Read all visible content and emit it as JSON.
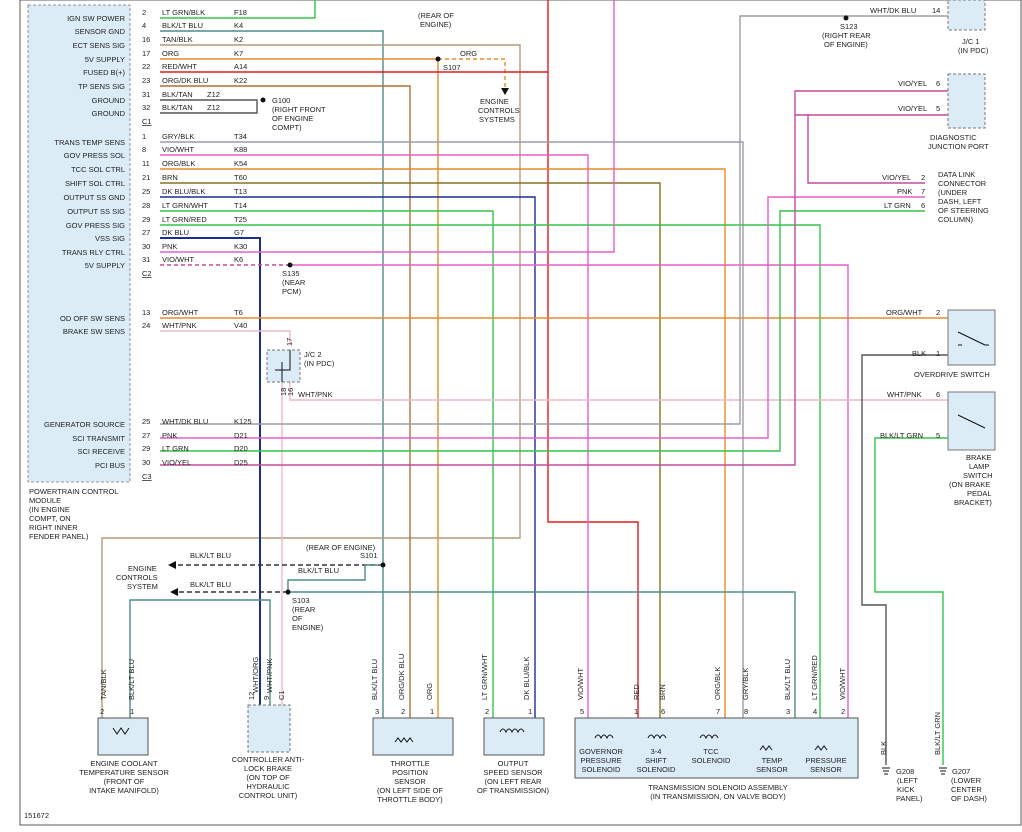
{
  "pcm": {
    "c1": {
      "connector": "C1",
      "pins": [
        {
          "name": "IGN SW POWER",
          "pin": "2",
          "color": "LT GRN/BLK",
          "circuit": "F18"
        },
        {
          "name": "SENSOR GND",
          "pin": "4",
          "color": "BLK/LT BLU",
          "circuit": "K4"
        },
        {
          "name": "ECT SENS SIG",
          "pin": "16",
          "color": "TAN/BLK",
          "circuit": "K2"
        },
        {
          "name": "5V SUPPLY",
          "pin": "17",
          "color": "ORG",
          "circuit": "K7"
        },
        {
          "name": "FUSED B(+)",
          "pin": "22",
          "color": "RED/WHT",
          "circuit": "A14"
        },
        {
          "name": "TP SENS SIG",
          "pin": "23",
          "color": "ORG/DK BLU",
          "circuit": "K22"
        },
        {
          "name": "GROUND",
          "pin": "31",
          "color": "BLK/TAN",
          "circuit": "Z12"
        },
        {
          "name": "GROUND",
          "pin": "32",
          "color": "BLK/TAN",
          "circuit": "Z12"
        }
      ]
    },
    "c2": {
      "connector": "C2",
      "pins": [
        {
          "name": "TRANS TEMP SENS",
          "pin": "1",
          "color": "GRY/BLK",
          "circuit": "T34"
        },
        {
          "name": "GOV PRESS SOL",
          "pin": "8",
          "color": "VIO/WHT",
          "circuit": "K88"
        },
        {
          "name": "TCC SOL CTRL",
          "pin": "11",
          "color": "ORG/BLK",
          "circuit": "K54"
        },
        {
          "name": "SHIFT SOL CTRL",
          "pin": "21",
          "color": "BRN",
          "circuit": "T60"
        },
        {
          "name": "OUTPUT SS GND",
          "pin": "25",
          "color": "DK BLU/BLK",
          "circuit": "T13"
        },
        {
          "name": "OUTPUT SS SIG",
          "pin": "28",
          "color": "LT GRN/WHT",
          "circuit": "T14"
        },
        {
          "name": "GOV PRESS SIG",
          "pin": "29",
          "color": "LT GRN/RED",
          "circuit": "T25"
        },
        {
          "name": "VSS SIG",
          "pin": "27",
          "color": "DK BLU",
          "circuit": "G7"
        },
        {
          "name": "TRANS RLY CTRL",
          "pin": "30",
          "color": "PNK",
          "circuit": "K30"
        },
        {
          "name": "5V SUPPLY",
          "pin": "31",
          "color": "VIO/WHT",
          "circuit": "K6"
        }
      ]
    },
    "c3": {
      "connector": "C3",
      "pins_a": [
        {
          "name": "OD OFF SW SENS",
          "pin": "13",
          "color": "ORG/WHT",
          "circuit": "T6"
        },
        {
          "name": "BRAKE SW SENS",
          "pin": "24",
          "color": "WHT/PNK",
          "circuit": "V40"
        }
      ],
      "pins_b": [
        {
          "name": "GENERATOR SOURCE",
          "pin": "25",
          "color": "WHT/DK BLU",
          "circuit": "K125"
        },
        {
          "name": "SCI TRANSMIT",
          "pin": "27",
          "color": "PNK",
          "circuit": "D21"
        },
        {
          "name": "SCI RECEIVE",
          "pin": "29",
          "color": "LT GRN",
          "circuit": "D20"
        },
        {
          "name": "PCI BUS",
          "pin": "30",
          "color": "VIO/YEL",
          "circuit": "D25"
        }
      ]
    },
    "caption": [
      "POWERTRAIN CONTROL",
      "MODULE",
      "(IN ENGINE",
      "COMPT, ON",
      "RIGHT INNER",
      "FENDER PANEL)"
    ]
  },
  "splices": {
    "s107": {
      "id": "S107",
      "top": [
        "(REAR OF",
        "ENGINE)"
      ],
      "wire": "ORG"
    },
    "g100": {
      "id": "G100",
      "note": [
        "(RIGHT FRONT",
        "OF ENGINE",
        "COMPT)"
      ]
    },
    "engine_controls_top": [
      "ENGINE",
      "CONTROLS",
      "SYSTEMS"
    ],
    "s123": {
      "id": "S123",
      "note": [
        "(RIGHT REAR",
        "OF ENGINE)"
      ]
    },
    "s135": {
      "id": "S135",
      "note": [
        "(NEAR",
        "PCM)"
      ]
    },
    "s101": {
      "note": "(REAR OF ENGINE)",
      "id": "S101",
      "wire1": "BLK/LT BLU",
      "wire2": "BLK/LT BLU"
    },
    "s103": {
      "id": "S103",
      "note": [
        "(REAR",
        "OF",
        "ENGINE)"
      ],
      "wire": "BLK/LT BLU"
    },
    "engine_controls_left": [
      "ENGINE",
      "CONTROLS",
      "SYSTEM"
    ]
  },
  "right": {
    "jc1": {
      "wire": "WHT/DK BLU",
      "pin": "14",
      "label": [
        "J/C 1",
        "(IN PDC)"
      ]
    },
    "diag": {
      "wires": [
        {
          "color": "VIO/YEL",
          "pin": "6"
        },
        {
          "color": "VIO/YEL",
          "pin": "5"
        }
      ],
      "label": [
        "DIAGNOSTIC",
        "JUNCTION PORT"
      ]
    },
    "dlc": {
      "wires": [
        {
          "color": "VIO/YEL",
          "pin": "2"
        },
        {
          "color": "PNK",
          "pin": "7"
        },
        {
          "color": "LT GRN",
          "pin": "6"
        }
      ],
      "label": [
        "DATA LINK",
        "CONNECTOR",
        "(UNDER",
        "DASH, LEFT",
        "OF STEERING",
        "COLUMN)"
      ]
    },
    "od": {
      "wires": [
        {
          "color": "ORG/WHT",
          "pin": "2"
        },
        {
          "color": "BLK",
          "pin": "1"
        }
      ],
      "label": "OVERDRIVE SWITCH"
    },
    "brake": {
      "wires": [
        {
          "color": "WHT/PNK",
          "pin": "6"
        },
        {
          "color": "BLK/LT GRN",
          "pin": "5"
        }
      ],
      "label": [
        "BRAKE",
        "LAMP",
        "SWITCH",
        "(ON BRAKE",
        "PEDAL",
        "BRACKET)"
      ]
    }
  },
  "jc2": {
    "label": [
      "J/C 2",
      "(IN PDC)"
    ],
    "pins": [
      "17",
      "18",
      "16"
    ],
    "wire": "WHT/PNK"
  },
  "bottom": {
    "ect": {
      "pins": [
        "2",
        "1"
      ],
      "wires": [
        "TAN/BLK",
        "BLK/LT BLU"
      ],
      "label": [
        "ENGINE COOLANT",
        "TEMPERATURE SENSOR",
        "(FRONT OF",
        "INTAKE MANIFOLD)"
      ]
    },
    "cab": {
      "pins": [
        "12",
        "9",
        "C1"
      ],
      "wires": [
        "WHT/ORG",
        "WHT/PNK"
      ],
      "label": [
        "CONTROLLER ANTI-",
        "LOCK BRAKE",
        "(ON TOP OF",
        "HYDRAULIC",
        "CONTROL UNIT)"
      ]
    },
    "tps": {
      "pins": [
        "3",
        "2",
        "1"
      ],
      "wires": [
        "BLK/LT BLU",
        "ORG/DK BLU",
        "ORG"
      ],
      "label": [
        "THROTTLE",
        "POSITION",
        "SENSOR",
        "(ON LEFT SIDE OF",
        "THROTTLE BODY)"
      ]
    },
    "oss": {
      "pins": [
        "2",
        "1"
      ],
      "wires": [
        "LT GRN/WHT",
        "DK BLU/BLK"
      ],
      "label": [
        "OUTPUT",
        "SPEED SENSOR",
        "(ON LEFT REAR",
        "OF TRANSMISSION)"
      ]
    },
    "tsa": {
      "pins": [
        "5",
        "1",
        "6",
        "7",
        "8",
        "3",
        "4",
        "2"
      ],
      "wires": [
        "VIO/WHT",
        "RED",
        "BRN",
        "ORG/BLK",
        "GRY/BLK",
        "BLK/LT BLU",
        "LT GRN/RED",
        "VIO/WHT"
      ],
      "parts": [
        [
          "GOVERNOR",
          "PRESSURE",
          "SOLENOID"
        ],
        [
          "3-4",
          "SHIFT",
          "SOLENOID"
        ],
        [
          "TCC",
          "SOLENOID"
        ],
        [
          "TEMP",
          "SENSOR"
        ],
        [
          "PRESSURE",
          "SENSOR"
        ]
      ],
      "label": [
        "TRANSMISSION SOLENOID ASSEMBLY",
        "(IN TRANSMISSION, ON VALVE BODY)"
      ]
    },
    "g208": {
      "wire": "BLK",
      "id": "G208",
      "note": [
        "(LEFT",
        "KICK",
        "PANEL)"
      ]
    },
    "g207": {
      "wire": "BLK/LT GRN",
      "id": "G207",
      "note": [
        "(LOWER",
        "CENTER",
        "OF DASH)"
      ]
    }
  },
  "colors": {
    "lt_grn": "#36c44a",
    "red": "#e01e1e",
    "orange": "#e88a2c",
    "pink": "#e85fc8",
    "vio": "#c04d9e",
    "gray": "#9a9ea5",
    "teal": "#4f8c88",
    "dk_blu": "#1c2f8f",
    "tan": "#b39a7a",
    "brn": "#8a7020",
    "lt_pnk": "#f0b8cc",
    "blk": "#555555",
    "dk_brn": "#5a4a22",
    "box_fill": "#dcecf7"
  },
  "figure_id": "151672"
}
